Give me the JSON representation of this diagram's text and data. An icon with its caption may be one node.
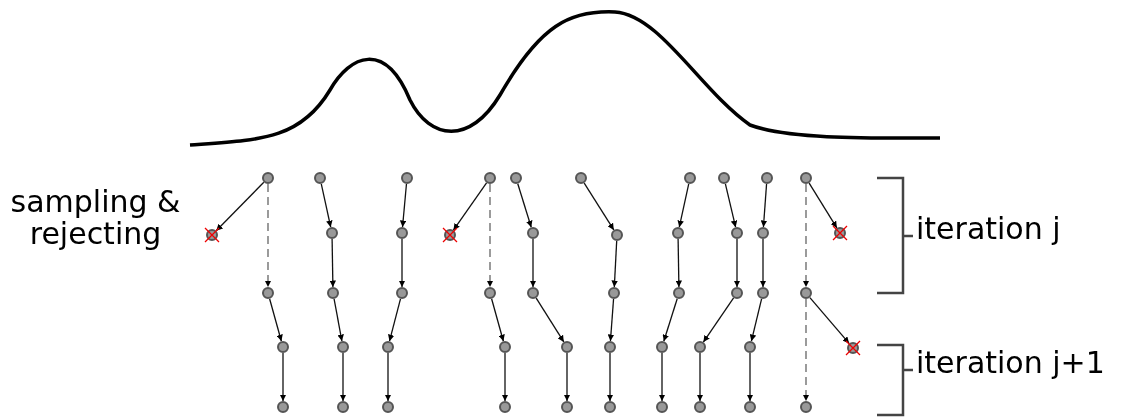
{
  "diagram": {
    "nodes": [
      {
        "text": [],
        "shape": "circle"
      },
      {
        "text": [],
        "shape": "circle"
      },
      {
        "text": [],
        "shape": "circle"
      },
      {
        "text": [],
        "shape": "circle"
      },
      {
        "text": [],
        "shape": "circle"
      },
      {
        "text": [],
        "shape": "circle"
      },
      {
        "text": [],
        "shape": "circle"
      },
      {
        "text": [],
        "shape": "circle"
      },
      {
        "text": [],
        "shape": "circle"
      },
      {
        "text": [],
        "shape": "circle"
      },
      {
        "text": [],
        "shape": "circle"
      },
      {
        "text": [],
        "shape": "circle"
      },
      {
        "text": [],
        "shape": "circle"
      },
      {
        "text": [],
        "shape": "circle"
      },
      {
        "text": [],
        "shape": "circle"
      },
      {
        "text": [],
        "shape": "circle"
      },
      {
        "text": [],
        "shape": "circle"
      },
      {
        "text": [],
        "shape": "circle"
      },
      {
        "text": [],
        "shape": "circle"
      },
      {
        "text": [],
        "shape": "circle"
      },
      {
        "text": [],
        "shape": "circle"
      },
      {
        "text": [],
        "shape": "circle"
      },
      {
        "text": [],
        "shape": "circle"
      },
      {
        "text": [],
        "shape": "circle"
      },
      {
        "text": [],
        "shape": "circle"
      },
      {
        "text": [],
        "shape": "circle"
      },
      {
        "text": [],
        "shape": "circle"
      },
      {
        "text": [],
        "shape": "circle"
      },
      {
        "text": [],
        "shape": "circle"
      },
      {
        "text": [],
        "shape": "circle"
      },
      {
        "text": [],
        "shape": "circle"
      },
      {
        "text": [],
        "shape": "circle"
      },
      {
        "text": [],
        "shape": "circle"
      },
      {
        "text": [],
        "shape": "circle"
      },
      {
        "text": [],
        "shape": "circle"
      },
      {
        "text": [],
        "shape": "circle"
      },
      {
        "text": [],
        "shape": "circle"
      },
      {
        "text": [],
        "shape": "circle"
      },
      {
        "text": [],
        "shape": "circle"
      },
      {
        "text": [],
        "shape": "circle"
      },
      {
        "text": [],
        "shape": "circle"
      },
      {
        "text": [],
        "shape": "circle"
      },
      {
        "text": [],
        "shape": "circle"
      },
      {
        "text": [],
        "shape": "circle"
      },
      {
        "text": [],
        "shape": "circle"
      },
      {
        "text": [],
        "shape": "circle"
      },
      {
        "text": [],
        "shape": "circle"
      },
      {
        "text": [],
        "shape": "circle"
      },
      {
        "text": [],
        "shape": "circle"
      },
      {
        "text": [],
        "shape": "circle"
      }
    ],
    "edges": [
      {
        "from": 0,
        "to": 10,
        "arrow": "to"
      },
      {
        "from": 0,
        "to": 20,
        "arrow": "to",
        "style": "dashed"
      },
      {
        "from": 1,
        "to": 11,
        "arrow": "to"
      },
      {
        "from": 2,
        "to": 12,
        "arrow": "to"
      },
      {
        "from": 3,
        "to": 13,
        "arrow": "to"
      },
      {
        "from": 3,
        "to": 23,
        "arrow": "to",
        "style": "dashed"
      },
      {
        "from": 4,
        "to": 14,
        "arrow": "to"
      },
      {
        "from": 5,
        "to": 15,
        "arrow": "to"
      },
      {
        "from": 6,
        "to": 16,
        "arrow": "to"
      },
      {
        "from": 7,
        "to": 17,
        "arrow": "to"
      },
      {
        "from": 8,
        "to": 18,
        "arrow": "to"
      },
      {
        "from": 9,
        "to": 19,
        "arrow": "to"
      },
      {
        "from": 9,
        "to": 29,
        "arrow": "to",
        "style": "dashed"
      },
      {
        "from": 11,
        "to": 21,
        "arrow": "to"
      },
      {
        "from": 12,
        "to": 22,
        "arrow": "to"
      },
      {
        "from": 14,
        "to": 24,
        "arrow": "to"
      },
      {
        "from": 15,
        "to": 25,
        "arrow": "to"
      },
      {
        "from": 16,
        "to": 26,
        "arrow": "to"
      },
      {
        "from": 17,
        "to": 27,
        "arrow": "to"
      },
      {
        "from": 18,
        "to": 28,
        "arrow": "to"
      },
      {
        "from": 20,
        "to": 30,
        "arrow": "to"
      },
      {
        "from": 21,
        "to": 31,
        "arrow": "to"
      },
      {
        "from": 22,
        "to": 32,
        "arrow": "to"
      },
      {
        "from": 23,
        "to": 33,
        "arrow": "to"
      },
      {
        "from": 24,
        "to": 34,
        "arrow": "to"
      },
      {
        "from": 25,
        "to": 35,
        "arrow": "to"
      },
      {
        "from": 26,
        "to": 36,
        "arrow": "to"
      },
      {
        "from": 27,
        "to": 37,
        "arrow": "to"
      },
      {
        "from": 28,
        "to": 38,
        "arrow": "to"
      },
      {
        "from": 29,
        "to": 39,
        "arrow": "to"
      },
      {
        "from": 29,
        "to": 49,
        "arrow": "to",
        "style": "dashed"
      },
      {
        "from": 30,
        "to": 40,
        "arrow": "to"
      },
      {
        "from": 31,
        "to": 41,
        "arrow": "to"
      },
      {
        "from": 32,
        "to": 42,
        "arrow": "to"
      },
      {
        "from": 33,
        "to": 43,
        "arrow": "to"
      },
      {
        "from": 34,
        "to": 44,
        "arrow": "to"
      },
      {
        "from": 35,
        "to": 45,
        "arrow": "to"
      },
      {
        "from": 36,
        "to": 46,
        "arrow": "to"
      },
      {
        "from": 37,
        "to": 47,
        "arrow": "to"
      },
      {
        "from": 38,
        "to": 48,
        "arrow": "to"
      }
    ],
    "labels": [
      "sampling & rejecting",
      "iteration j",
      "iteration j+1"
    ]
  }
}
